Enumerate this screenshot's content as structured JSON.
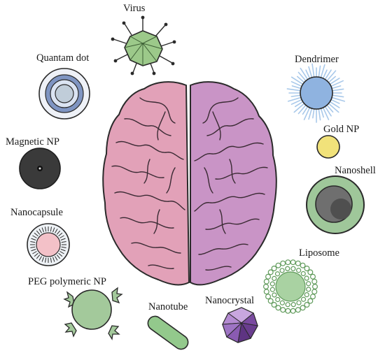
{
  "labels": {
    "virus": "Virus",
    "quantum_dot": "Quantam dot",
    "dendrimer": "Dendrimer",
    "gold_np": "Gold NP",
    "magnetic_np": "Magnetic NP",
    "nanoshell": "Nanoshell",
    "nanocapsule": "Nanocapsule",
    "liposome": "Liposome",
    "peg_polymeric_np": "PEG polymeric NP",
    "nanotube": "Nanotube",
    "nanocrystal": "Nanocrystal"
  },
  "colors": {
    "brain_left": "#e2a1b8",
    "brain_right": "#c994c6",
    "outline": "#2a2a2a",
    "virus": "#9cc98a",
    "quantum_dot_ring": "#7f95c2",
    "dendrimer_core": "#8fb3e0",
    "dendrimer_spikes": "#a9c9ea",
    "gold_np": "#f1e27a",
    "magnetic_np": "#3a3a3a",
    "nanoshell_outer": "#9fc79a",
    "nanoshell_inner": "#6f6f6f",
    "nanocapsule_core": "#f3c1c8",
    "liposome": "#8fc18a",
    "peg_np": "#a3c99b",
    "nanotube": "#93c98c",
    "nanocrystal": "#8e5fb0"
  }
}
